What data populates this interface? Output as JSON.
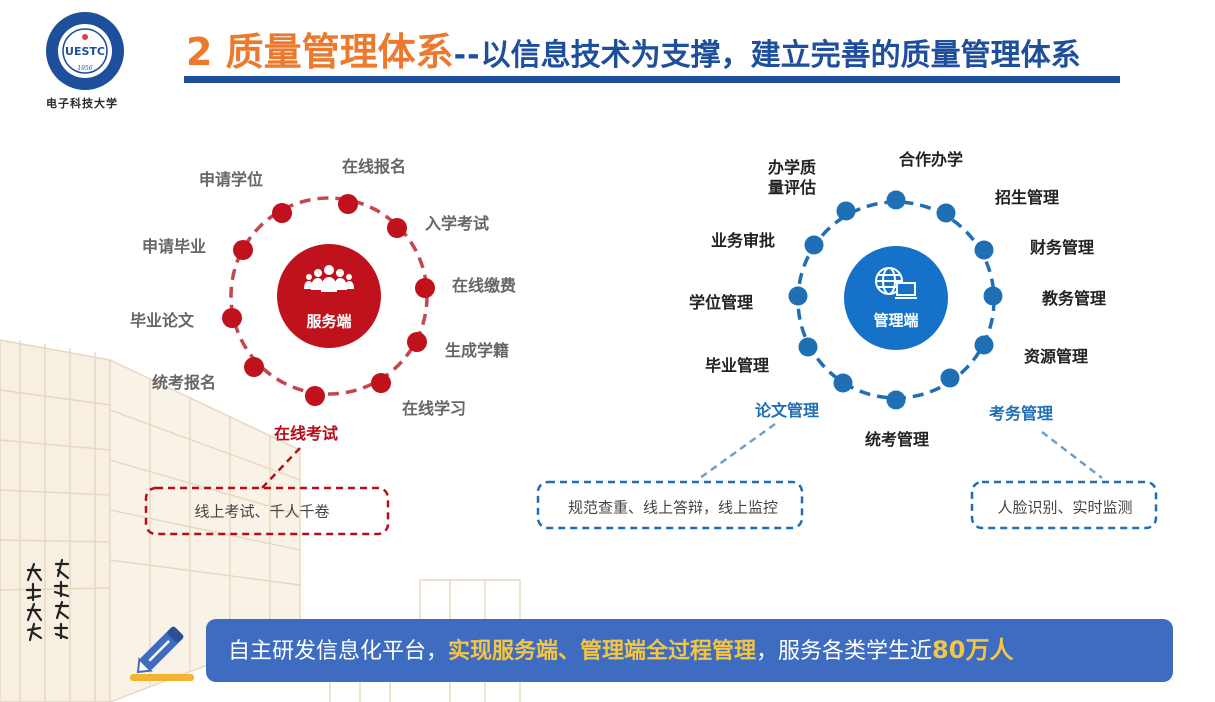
{
  "header": {
    "title_main": "2 质量管理体系",
    "title_sep": "--",
    "title_sub": "以信息技术为支撑，建立完善的质量管理体系",
    "logo_text": "UESTC",
    "logo_year": "1956",
    "university_name": "电子科技大学"
  },
  "service_ring": {
    "center_label": "服务端",
    "items": [
      "在线报名",
      "入学考试",
      "在线缴费",
      "生成学籍",
      "在线学习",
      "在线考试",
      "统考报名",
      "毕业论文",
      "申请毕业",
      "申请学位"
    ],
    "highlight_item": "在线考试",
    "callout": "线上考试、千人千卷"
  },
  "management_ring": {
    "center_label": "管理端",
    "items": [
      "合作办学",
      "招生管理",
      "财务管理",
      "教务管理",
      "资源管理",
      "考务管理",
      "统考管理",
      "论文管理",
      "毕业管理",
      "学位管理",
      "业务审批"
    ],
    "quality_line1": "办学质",
    "quality_line2": "量评估",
    "callout_left": "规范查重、线上答辩，线上监控",
    "callout_right": "人脸识别、实时监测"
  },
  "banner": {
    "part1": "自主研发信息化平台，",
    "part2": "实现服务端、管理端全过程管理",
    "part3": "，服务各类学生近",
    "part4": "80万人"
  },
  "colors": {
    "service_red": "#b80d18",
    "management_blue": "#1f6fb5",
    "title_orange": "#ec7a2e",
    "title_blue": "#1e4f9c",
    "banner_blue": "#3d6cc0",
    "banner_highlight": "#f4c542"
  },
  "icons": [
    "uestc-logo-icon",
    "people-group-icon",
    "computer-globe-icon",
    "pencil-icon",
    "calligraphy-motto-icon",
    "building-illustration"
  ]
}
